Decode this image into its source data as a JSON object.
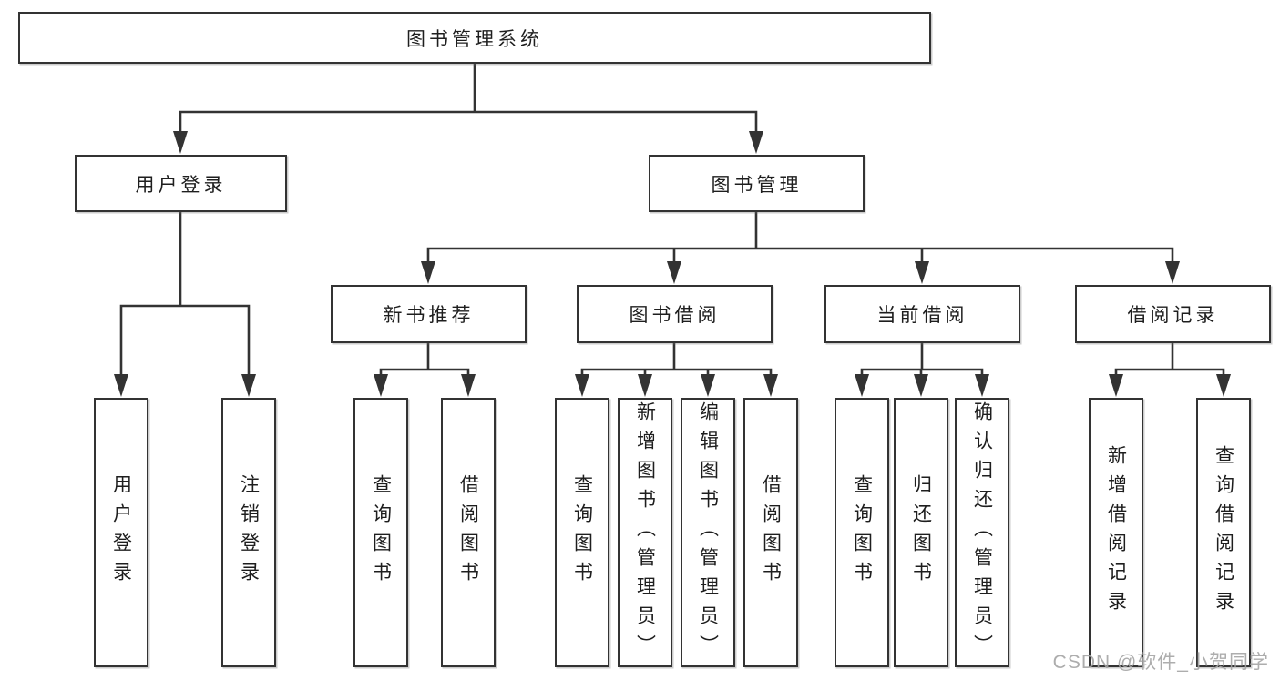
{
  "tree": {
    "root": "图书管理系统",
    "children": [
      {
        "label": "用户登录",
        "children": [
          {
            "label": "用户登录"
          },
          {
            "label": "注销登录"
          }
        ]
      },
      {
        "label": "图书管理",
        "children": [
          {
            "label": "新书推荐",
            "children": [
              {
                "label": "查询图书"
              },
              {
                "label": "借阅图书"
              }
            ]
          },
          {
            "label": "图书借阅",
            "children": [
              {
                "label": "查询图书"
              },
              {
                "label": "新增图书（管理员）"
              },
              {
                "label": "编辑图书（管理员）"
              },
              {
                "label": "借阅图书"
              }
            ]
          },
          {
            "label": "当前借阅",
            "children": [
              {
                "label": "查询图书"
              },
              {
                "label": "归还图书"
              },
              {
                "label": "确认归还（管理员）"
              }
            ]
          },
          {
            "label": "借阅记录",
            "children": [
              {
                "label": "新增借阅记录"
              },
              {
                "label": "查询借阅记录"
              }
            ]
          }
        ]
      }
    ]
  },
  "watermark": "CSDN @软件_小贺同学",
  "colors": {
    "line": "#333333",
    "box_border": "#333333",
    "text": "#1e1e1e",
    "watermark": "#a4a4a4"
  }
}
